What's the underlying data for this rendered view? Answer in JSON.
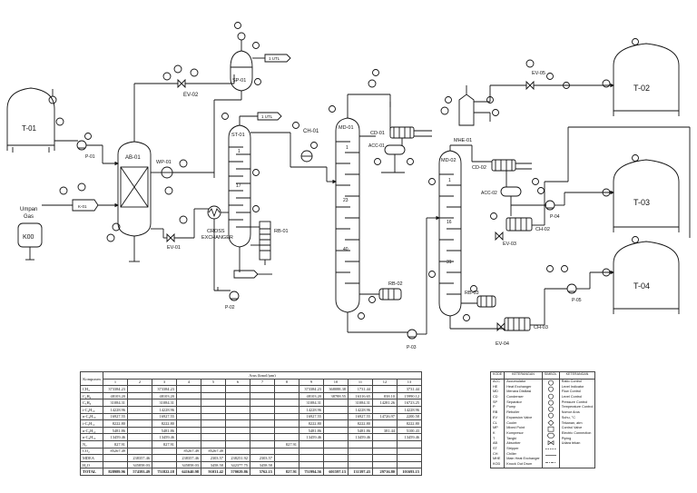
{
  "equipment": {
    "t01": "T-01",
    "t02": "T-02",
    "t03": "T-03",
    "t04": "T-04",
    "ab01": "AB-01",
    "st01": "ST-01",
    "md01": "MD-01",
    "md02": "MD-02",
    "ev02": "EV-02",
    "ev01": "EV-01",
    "ev03": "EV-03",
    "ev04": "EV-04",
    "ev05": "EV-05",
    "sp01": "SP-01",
    "p01": "P-01",
    "p02": "P-02",
    "p03": "P-03",
    "p04": "P-04",
    "p05": "P-05",
    "wp01": "WP-01",
    "k01": "K-01",
    "k00": "K00",
    "rb01": "RB-01",
    "rb02": "RB-02",
    "rb03": "RB-03",
    "cd01": "CD-01",
    "cd02": "CD-02",
    "acc01": "ACC-01",
    "acc02": "ACC-02",
    "ch01": "CH-01",
    "ch02": "CH-02",
    "ch03": "CH-03",
    "mhe01": "MHE-01",
    "cross_exchanger_1": "CROSS",
    "cross_exchanger_2": "EXCHANGER",
    "umpan_gas_1": "Umpan",
    "umpan_gas_2": "Gas",
    "utl1": "1 UTL",
    "utl2": "1 UTL",
    "tray17": "17",
    "tray1": "1",
    "tray23": "23",
    "tray40": "40",
    "tray16": "16",
    "tray31": "31"
  },
  "stream_table": {
    "header_group": "Arus (kmol/jam)",
    "header_komponen": "Komponen",
    "stream_numbers": [
      "1",
      "2",
      "3",
      "4",
      "5",
      "6",
      "7",
      "8",
      "9",
      "10",
      "11",
      "12",
      "13"
    ],
    "rows": [
      {
        "label": "CH₄",
        "v": [
          "373384.23",
          "",
          "373384.23",
          "",
          "",
          "",
          "",
          "",
          "373384.23",
          "368088.38",
          "1731.44",
          "",
          "3731.44"
        ]
      },
      {
        "label": "C₂H₆",
        "v": [
          "48103.20",
          "",
          "48103.20",
          "",
          "",
          "",
          "",
          "",
          "48103.20",
          "38788.55",
          "16316.65",
          "838.10",
          "15990.12"
        ]
      },
      {
        "label": "C₃H₈",
        "v": [
          "31084.31",
          "",
          "31084.31",
          "",
          "",
          "",
          "",
          "",
          "31084.31",
          "",
          "31084.31",
          "14281.26",
          "16723.25"
        ]
      },
      {
        "label": "i-C₄H₁₀",
        "v": [
          "14228.96",
          "",
          "14228.96",
          "",
          "",
          "",
          "",
          "",
          "14228.96",
          "",
          "14228.96",
          "",
          "14228.96"
        ]
      },
      {
        "label": "n-C₄H₁₀",
        "v": [
          "16927.55",
          "",
          "16927.55",
          "",
          "",
          "",
          "",
          "",
          "16927.55",
          "",
          "16927.55",
          "14726.97",
          "2200.58"
        ]
      },
      {
        "label": "i-C₅H₁₂",
        "v": [
          "8222.80",
          "",
          "8222.80",
          "",
          "",
          "",
          "",
          "",
          "8222.80",
          "",
          "8222.80",
          "",
          "8222.80"
        ]
      },
      {
        "label": "n-C₅H₁₂",
        "v": [
          "5481.86",
          "",
          "5481.86",
          "",
          "",
          "",
          "",
          "",
          "5481.86",
          "",
          "5481.86",
          "381.44",
          "5100.43"
        ]
      },
      {
        "label": "n-C₆H₁₄",
        "v": [
          "13459.46",
          "",
          "13459.46",
          "",
          "",
          "",
          "",
          "",
          "13459.46",
          "",
          "13459.46",
          "",
          "13459.46"
        ]
      },
      {
        "label": "N₂",
        "v": [
          "827.91",
          "",
          "827.91",
          "",
          "",
          "",
          "",
          "827.91",
          "",
          "",
          "",
          "",
          ""
        ]
      },
      {
        "label": "CO₂",
        "v": [
          "85267.49",
          "",
          "",
          "85267.49",
          "85267.49",
          "",
          "",
          "",
          "",
          "",
          "",
          "",
          ""
        ]
      },
      {
        "label": "MDEA",
        "v": [
          "",
          "238357.46",
          "",
          "238357.46",
          "2303.57",
          "238251.92",
          "2303.57",
          "",
          "",
          "",
          "",
          "",
          ""
        ]
      },
      {
        "label": "H₂O",
        "v": [
          "",
          "345858.03",
          "",
          "345858.03",
          "3458.58",
          "342377.75",
          "3458.58",
          "",
          "",
          "",
          "",
          "",
          ""
        ]
      },
      {
        "label": "TOTAL",
        "v": [
          "828989.96",
          "574393.49",
          "751822.18",
          "641640.98",
          "91031.42",
          "570029.86",
          "5762.15",
          "827.91",
          "751994.56",
          "601597.13",
          "131397.43",
          "29716.80",
          "101693.15"
        ]
      }
    ]
  },
  "legend": {
    "header_code": "KODE",
    "header_desc": "KETERANGAN",
    "header_sym": "SIMBOL",
    "header_sym_desc": "KETERANGAN",
    "codes": [
      "ACC",
      "HE",
      "MD",
      "CD",
      "SP",
      "P",
      "RB",
      "EV",
      "CL",
      "MP",
      "K",
      "T",
      "AB",
      "ST",
      "CH",
      "MHE",
      "KOD"
    ],
    "descs": [
      "Accumulator",
      "Heat Exchanger",
      "Menara Distilasi",
      "Condenser",
      "Separator",
      "Pump",
      "Reboiler",
      "Expansion Valve",
      "Cooler",
      "Mixed Point",
      "Kompresor",
      "Tangki",
      "Absorber",
      "Stripper",
      "Chiller",
      "Main Heat Exchanger",
      "Knock Out Drum"
    ],
    "symbols": [
      "Ratio Control",
      "Level Indicator",
      "Flow Control",
      "Level Control",
      "Pressure Control",
      "Temperature Control",
      "Nomor Arus",
      "Suhu, °C",
      "Tekanan, atm",
      "Control Valve",
      "Electric Connection",
      "Piping",
      "Udara tekan"
    ]
  }
}
